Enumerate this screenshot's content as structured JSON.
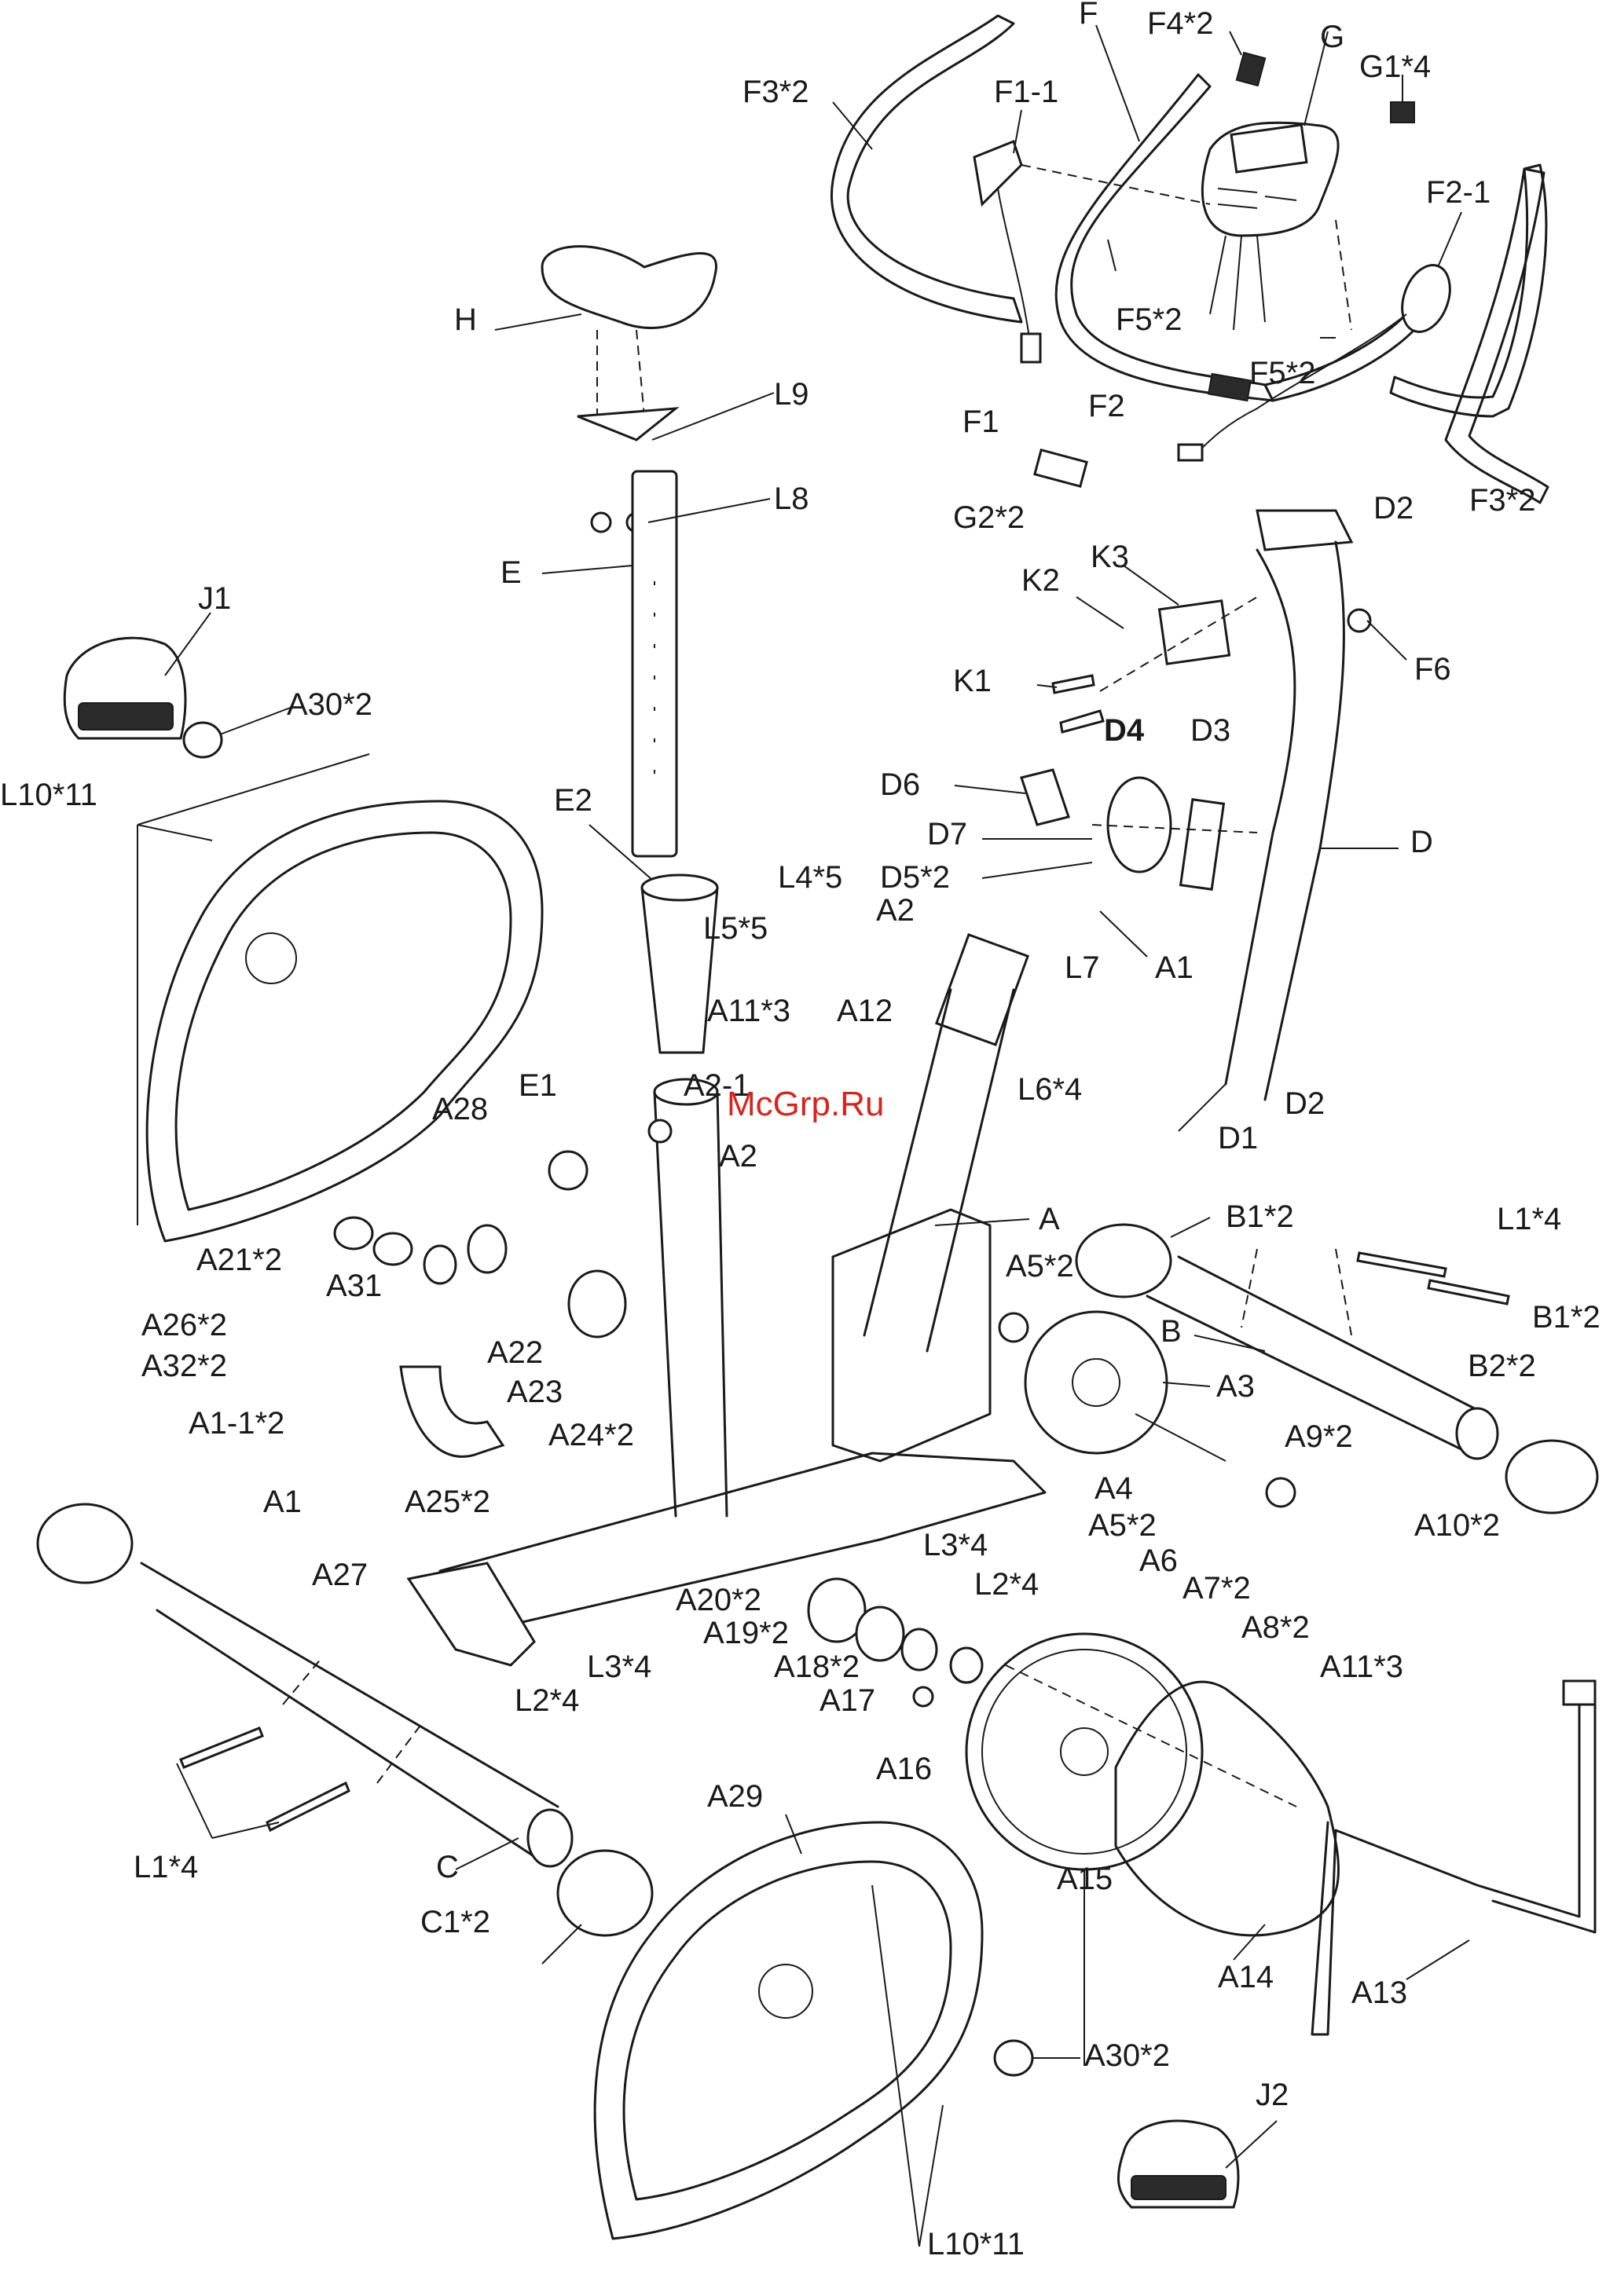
{
  "watermark": "McGrp.Ru",
  "labels": {
    "F": "F",
    "F4x2": "F4*2",
    "G": "G",
    "G1x4": "G1*4",
    "F3x2_top": "F3*2",
    "F1_1": "F1-1",
    "F2_1": "F2-1",
    "F5x2_a": "F5*2",
    "F5x2_b": "F5*2",
    "H": "H",
    "L9": "L9",
    "F1": "F1",
    "F2": "F2",
    "F3x2_right": "F3*2",
    "L8": "L8",
    "D2_top": "D2",
    "G2x2": "G2*2",
    "K3": "K3",
    "E": "E",
    "K2": "K2",
    "J1": "J1",
    "F6": "F6",
    "A30x2_top": "A30*2",
    "K1": "K1",
    "D4": "D4",
    "D3": "D3",
    "L10x11_top": "L10*11",
    "D6": "D6",
    "E2": "E2",
    "D": "D",
    "D7": "D7",
    "L4x5": "L4*5",
    "D5x2": "D5*2",
    "A2_top": "A2",
    "L5x5": "L5*5",
    "A1_top": "A1",
    "L7": "L7",
    "A11x3_top": "A11*3",
    "A12": "A12",
    "E1": "E1",
    "A2_1": "A2-1",
    "L6x4": "L6*4",
    "D2_bottom": "D2",
    "A28": "A28",
    "D1": "D1",
    "A2_mid": "A2",
    "A": "A",
    "B1x2_top": "B1*2",
    "L1x4_right": "L1*4",
    "A21x2": "A21*2",
    "A5x2_top": "A5*2",
    "A31": "A31",
    "B1x2_right": "B1*2",
    "A26x2": "A26*2",
    "B": "B",
    "A32x2": "A32*2",
    "A22": "A22",
    "B2x2": "B2*2",
    "A3": "A3",
    "A23": "A23",
    "A1_1x2": "A1-1*2",
    "A24x2": "A24*2",
    "A9x2": "A9*2",
    "A1_left": "A1",
    "A4": "A4",
    "A25x2": "A25*2",
    "A5x2_bottom": "A5*2",
    "A10x2": "A10*2",
    "A6": "A6",
    "L3x4_right": "L3*4",
    "A27": "A27",
    "A7x2": "A7*2",
    "L2x4_right": "L2*4",
    "A20x2": "A20*2",
    "A8x2": "A8*2",
    "A19x2": "A19*2",
    "L3x4_left": "L3*4",
    "A18x2": "A18*2",
    "A11x3_bottom": "A11*3",
    "L2x4_left": "L2*4",
    "A17": "A17",
    "A16": "A16",
    "A29": "A29",
    "L1x4_left": "L1*4",
    "C": "C",
    "A15": "A15",
    "C1x2": "C1*2",
    "A14": "A14",
    "A13": "A13",
    "A30x2_bottom": "A30*2",
    "J2": "J2",
    "L10x11_bottom": "L10*11"
  }
}
